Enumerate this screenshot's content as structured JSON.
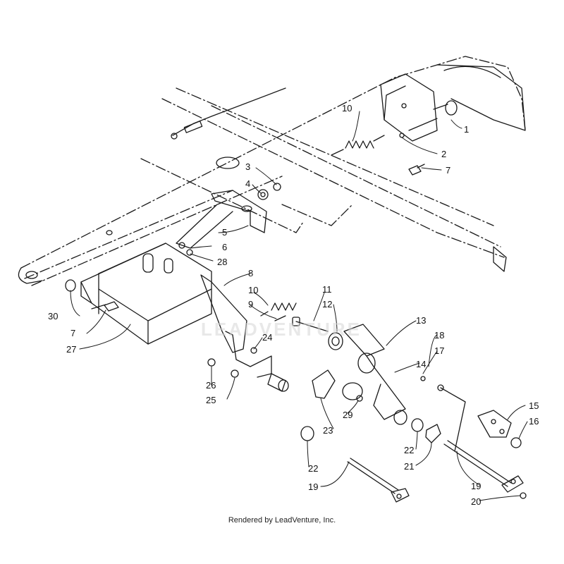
{
  "callouts": {
    "c1": "1",
    "c2": "2",
    "c3": "3",
    "c4": "4",
    "c5": "5",
    "c6": "6",
    "c7a": "7",
    "c7b": "7",
    "c8": "8",
    "c9": "9",
    "c10a": "10",
    "c10b": "10",
    "c11": "11",
    "c12": "12",
    "c13": "13",
    "c14": "14",
    "c15": "15",
    "c16": "16",
    "c17": "17",
    "c18": "18",
    "c19a": "19",
    "c19b": "19",
    "c20": "20",
    "c21": "21",
    "c22a": "22",
    "c22b": "22",
    "c23": "23",
    "c24": "24",
    "c25": "25",
    "c26": "26",
    "c27": "27",
    "c28": "28",
    "c29": "29",
    "c30": "30"
  },
  "watermark": "LEADVENTURE",
  "credit": "Rendered by LeadVenture, Inc.",
  "colors": {
    "line": "#1a1a1a",
    "background": "#ffffff",
    "watermark": "#d6d6d6"
  }
}
